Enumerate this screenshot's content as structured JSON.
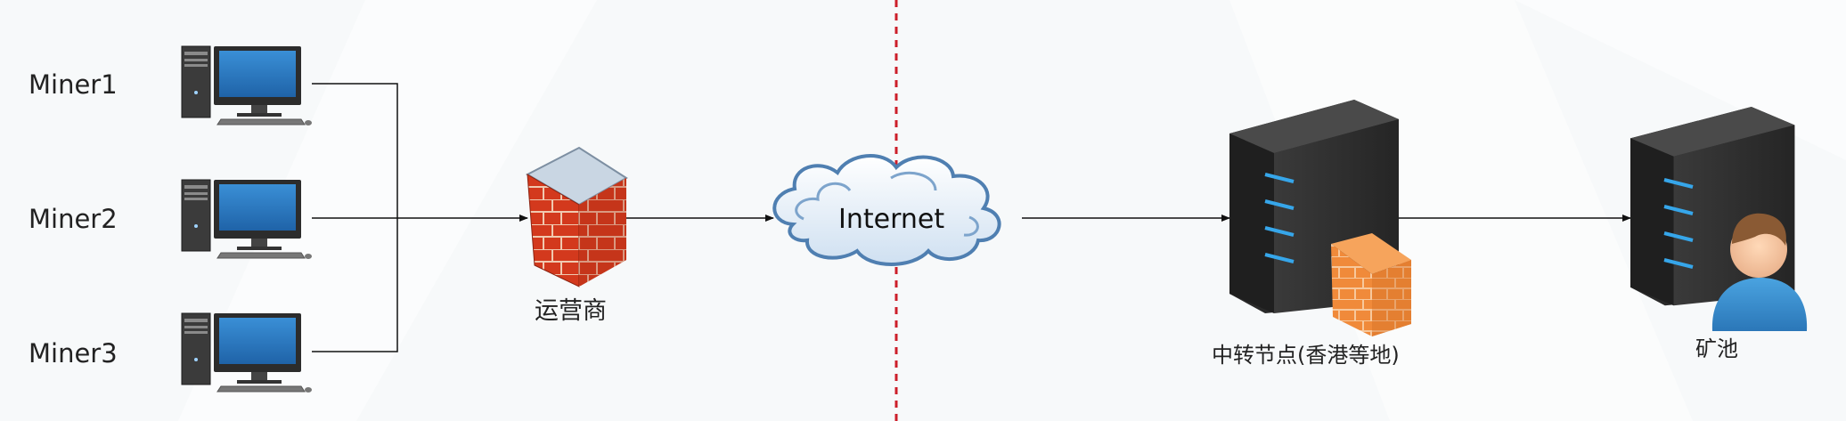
{
  "miners": [
    {
      "label": "Miner1",
      "icon": "desktop-computer-icon"
    },
    {
      "label": "Miner2",
      "icon": "desktop-computer-icon"
    },
    {
      "label": "Miner3",
      "icon": "desktop-computer-icon"
    }
  ],
  "isp": {
    "label": "运营商",
    "icon": "firewall-icon"
  },
  "internet": {
    "label": "Internet",
    "icon": "cloud-icon"
  },
  "relay": {
    "label": "中转节点(香港等地)",
    "icon": "server-with-firewall-icon"
  },
  "pool": {
    "label": "矿池",
    "icon": "server-with-user-icon"
  },
  "colors": {
    "divider": "#cc1f2a",
    "connector": "#111111",
    "monitor_screen": "#2f7fc4",
    "firewall_brick": "#d2381c",
    "server_body": "#2f2f2f",
    "server_led": "#36a6ea",
    "cloud_outline": "#4f7fb1"
  }
}
